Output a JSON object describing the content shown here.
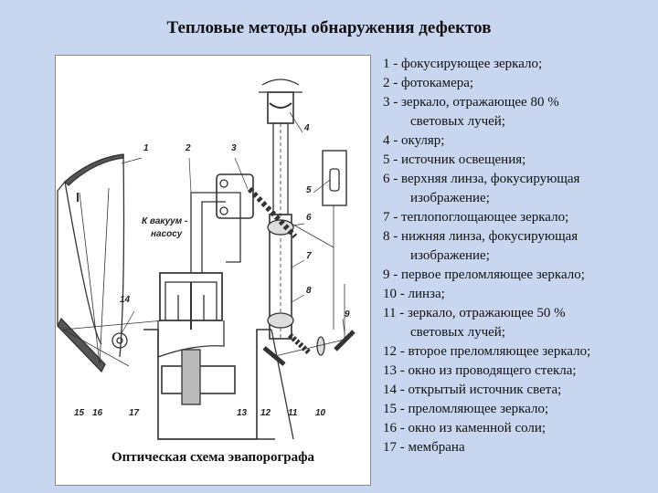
{
  "title": "Тепловые методы обнаружения дефектов",
  "figure": {
    "caption": "Оптическая схема эвапорографа",
    "vacuum_label_1": "К вакуум -",
    "vacuum_label_2": "насосу",
    "part_numbers": [
      "1",
      "2",
      "3",
      "4",
      "5",
      "6",
      "7",
      "8",
      "9",
      "10",
      "11",
      "12",
      "13",
      "14",
      "15",
      "16",
      "17"
    ]
  },
  "legend": [
    {
      "lines": [
        "1 - фокусирующее зеркало;"
      ]
    },
    {
      "lines": [
        "2 - фотокамера;"
      ]
    },
    {
      "lines": [
        "3 - зеркало, отражающее 80 %",
        "световых лучей;"
      ]
    },
    {
      "lines": [
        "4 - окуляр;"
      ]
    },
    {
      "lines": [
        "5 - источник освещения;"
      ]
    },
    {
      "lines": [
        "6 - верхняя линза, фокусирующая",
        "изображение;"
      ]
    },
    {
      "lines": [
        "7 - теплопоглощающее зеркало;"
      ]
    },
    {
      "lines": [
        "8 - нижняя линза, фокусирующая",
        "изображение;"
      ]
    },
    {
      "lines": [
        "9 - первое преломляющее зеркало;"
      ]
    },
    {
      "lines": [
        "10 - линза;"
      ]
    },
    {
      "lines": [
        "11 - зеркало, отражающее 50 %",
        "световых лучей;"
      ]
    },
    {
      "lines": [
        "12 - второе преломляющее зеркало;"
      ]
    },
    {
      "lines": [
        "13 - окно из проводящего стекла;"
      ]
    },
    {
      "lines": [
        "14 - открытый источник света;"
      ]
    },
    {
      "lines": [
        "15 - преломляющее зеркало;"
      ]
    },
    {
      "lines": [
        "16 - окно из каменной соли;"
      ]
    },
    {
      "lines": [
        "17 - мембрана"
      ]
    }
  ]
}
